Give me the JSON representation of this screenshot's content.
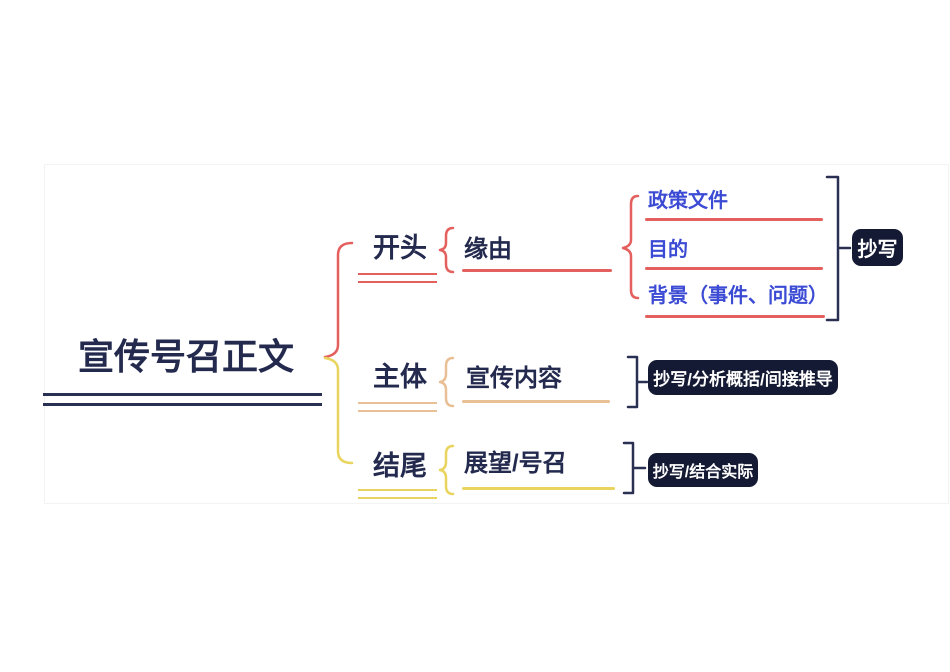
{
  "colors": {
    "navy": "#232a4e",
    "line_navy": "#2a3052",
    "badge_bg": "#141a33",
    "badge_text": "#ffffff",
    "red": "#e4605e",
    "tan": "#e9bf95",
    "yellow": "#e9d45f",
    "blue": "#3c4bd4",
    "card_border": "#f3f3f3"
  },
  "root": {
    "label": "宣传号召正文"
  },
  "branches": [
    {
      "label": "开头",
      "children": [
        {
          "label": "缘由",
          "leaves": [
            "政策文件",
            "目的",
            "背景（事件、问题）"
          ],
          "badge": "抄写"
        }
      ]
    },
    {
      "label": "主体",
      "children": [
        {
          "label": "宣传内容",
          "badge": "抄写/分析概括/间接推导"
        }
      ]
    },
    {
      "label": "结尾",
      "children": [
        {
          "label": "展望/号召",
          "badge": "抄写/结合实际"
        }
      ]
    }
  ]
}
